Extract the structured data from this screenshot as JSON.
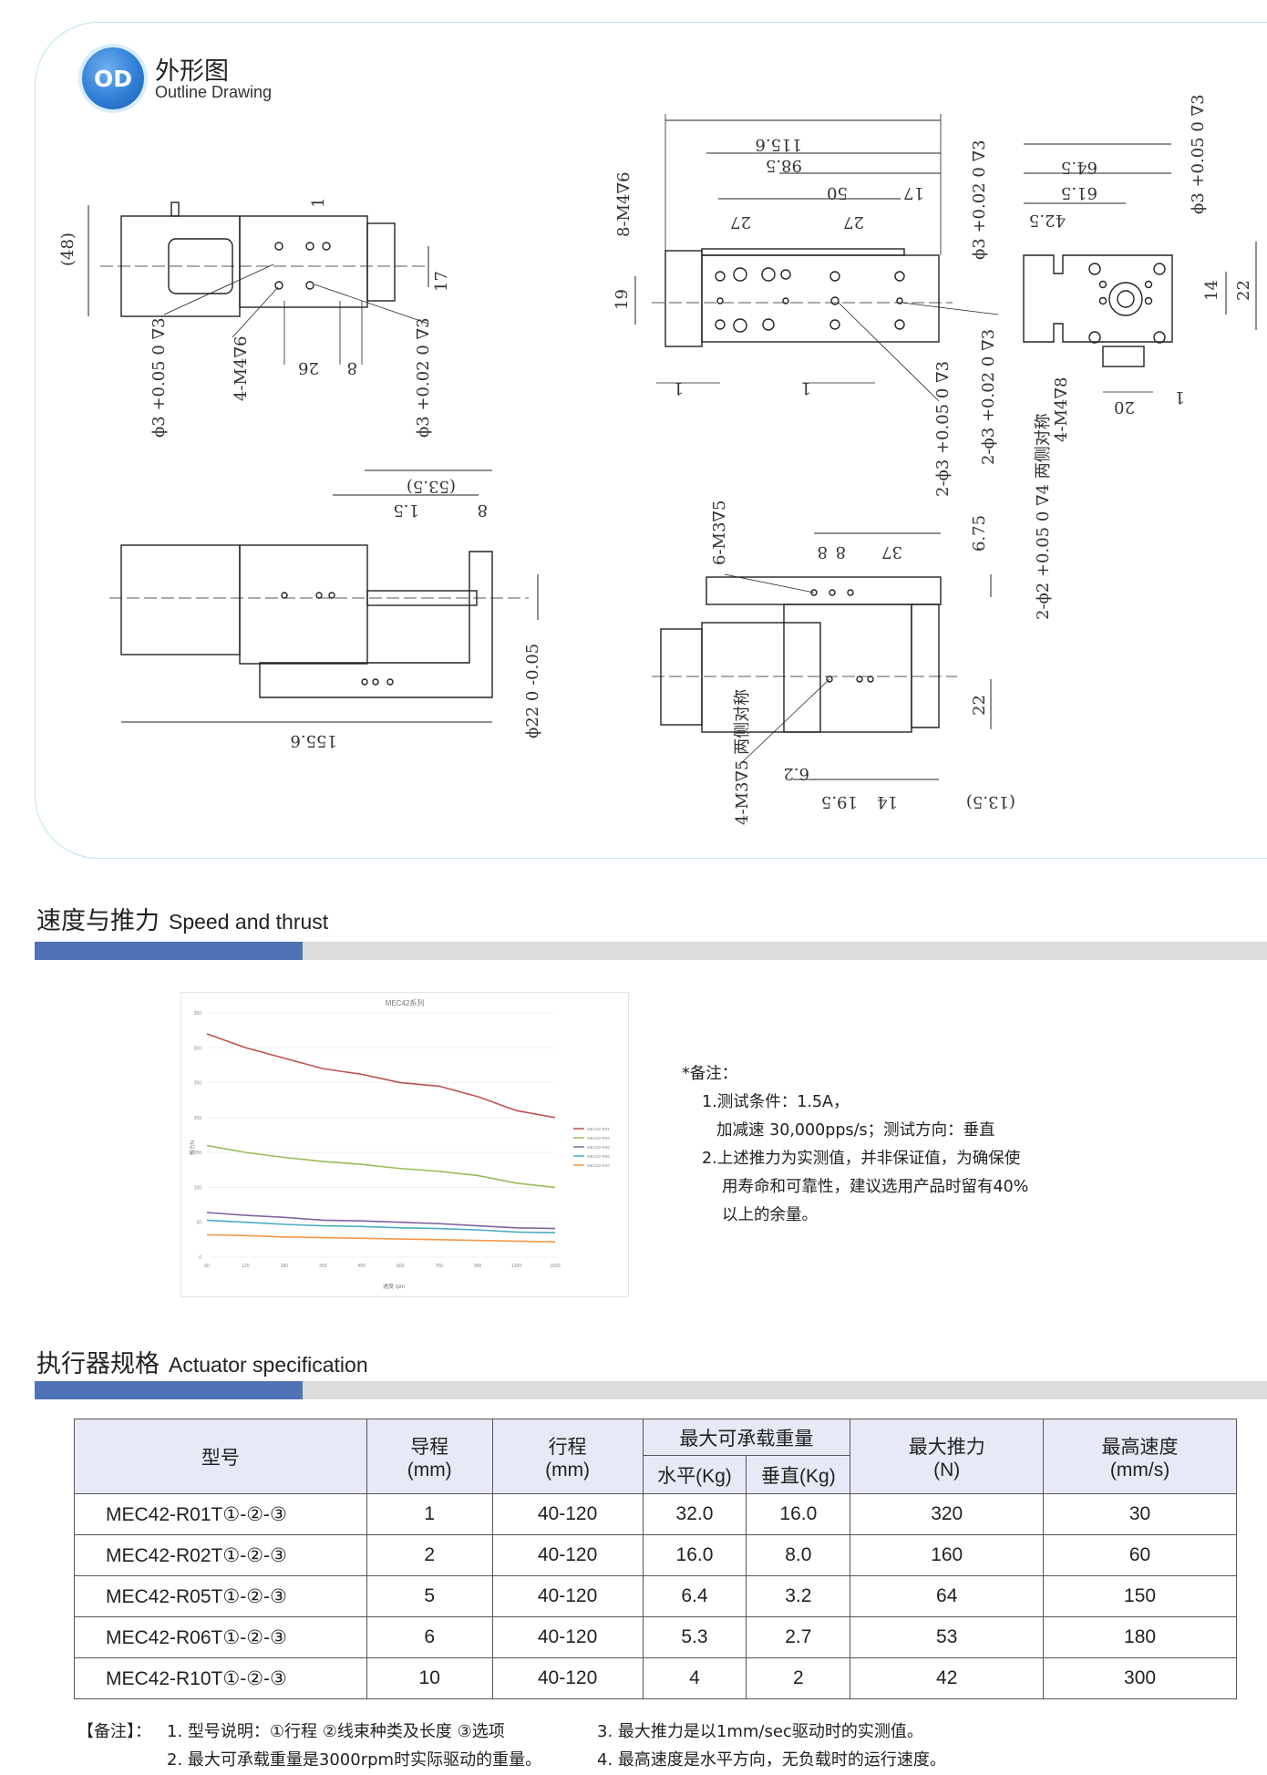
{
  "outline": {
    "badge": "OD",
    "title_cn": "外形图",
    "title_en": "Outline Drawing",
    "dims": {
      "top_left": [
        "(48)",
        "1",
        "17",
        "26",
        "8",
        "4-M4∇6",
        "ϕ3 +0.05 0 ∇3",
        "ϕ3 +0.02 0 ∇3"
      ],
      "top_middle": [
        "115.6",
        "98.5",
        "50",
        "17",
        "27",
        "27",
        "8-M4∇6",
        "19",
        "1",
        "1",
        "2-ϕ3 +0.05 0 ∇3",
        "2-ϕ3 +0.02 0 ∇3"
      ],
      "top_right": [
        "64.5",
        "61.5",
        "42.5",
        "ϕ3 +0.02 0 ∇3",
        "ϕ3 +0.05 0 ∇3",
        "14",
        "22",
        "20",
        "1",
        "4-M4∇8"
      ],
      "bottom_left": [
        "(53.5)",
        "1.5",
        "8",
        "155.6",
        "ϕ22 0 -0.05"
      ],
      "bottom_right": [
        "6-M3∇5",
        "8",
        "8",
        "37",
        "6.75",
        "2-ϕ2 +0.05 0 ∇4 两侧对称",
        "22",
        "6.2",
        "19.5",
        "14",
        "(13.5)",
        "4-M3∇5 两侧对称"
      ]
    }
  },
  "speed_section": {
    "title_cn": "速度与推力",
    "title_en": "Speed and thrust",
    "notes": [
      "*备注：",
      "1.测试条件：1.5A，",
      "加减速 30,000pps/s；测试方向：垂直",
      "2.上述推力为实测值，并非保证值，为确保使",
      "用寿命和可靠性，建议选用产品时留有40%",
      "以上的余量。"
    ]
  },
  "chart_data": {
    "type": "line",
    "title": "MEC42系列",
    "xlabel": "速度 rpm",
    "ylabel": "推力N",
    "categories": [
      "60",
      "120",
      "180",
      "300",
      "450",
      "600",
      "750",
      "900",
      "1200",
      "1500"
    ],
    "ylim": [
      0,
      350
    ],
    "yticks": [
      "0",
      "50",
      "100",
      "150",
      "200",
      "250",
      "300",
      "350"
    ],
    "grid": true,
    "legend_position": "right",
    "colors": [
      "#c0504d",
      "#9bbb59",
      "#8064a2",
      "#4bacc6",
      "#f79646"
    ],
    "series": [
      {
        "name": "MEC42-R01",
        "values": [
          320,
          300,
          285,
          270,
          262,
          250,
          245,
          230,
          210,
          200
        ]
      },
      {
        "name": "MEC42-R02",
        "values": [
          160,
          150,
          143,
          137,
          133,
          127,
          123,
          117,
          106,
          100
        ]
      },
      {
        "name": "MEC42-R05",
        "values": [
          64,
          60,
          57,
          53,
          52,
          50,
          48,
          45,
          42,
          41
        ]
      },
      {
        "name": "MEC42-R06",
        "values": [
          53,
          50,
          47,
          45,
          44,
          42,
          41,
          39,
          36,
          35
        ]
      },
      {
        "name": "MEC42-R10",
        "values": [
          32,
          31,
          29,
          28,
          27,
          26,
          25,
          24,
          23,
          22
        ]
      }
    ]
  },
  "spec_section": {
    "title_cn": "执行器规格",
    "title_en": "Actuator specification",
    "headers": {
      "model": "型号",
      "lead": "导程",
      "lead_unit": "(mm)",
      "stroke": "行程",
      "stroke_unit": "(mm)",
      "load": "最大可承载重量",
      "load_h": "水平(Kg)",
      "load_v": "垂直(Kg)",
      "thrust": "最大推力",
      "thrust_unit": "(N)",
      "speed": "最高速度",
      "speed_unit": "(mm/s)"
    },
    "rows": [
      [
        "MEC42-R01T①-②-③",
        "1",
        "40-120",
        "32.0",
        "16.0",
        "320",
        "30"
      ],
      [
        "MEC42-R02T①-②-③",
        "2",
        "40-120",
        "16.0",
        "8.0",
        "160",
        "60"
      ],
      [
        "MEC42-R05T①-②-③",
        "5",
        "40-120",
        "6.4",
        "3.2",
        "64",
        "150"
      ],
      [
        "MEC42-R06T①-②-③",
        "6",
        "40-120",
        "5.3",
        "2.7",
        "53",
        "180"
      ],
      [
        "MEC42-R10T①-②-③",
        "10",
        "40-120",
        "4",
        "2",
        "42",
        "300"
      ]
    ],
    "footnotes": {
      "label": "【备注】：",
      "n1": "1. 型号说明：①行程 ②线束种类及长度 ③选项",
      "n2": "2. 最大可承载重量是3000rpm时实际驱动的重量。",
      "n3": "3. 最大推力是以1mm/sec驱动时的实测值。",
      "n4": "4. 最高速度是水平方向，无负载时的运行速度。"
    }
  }
}
